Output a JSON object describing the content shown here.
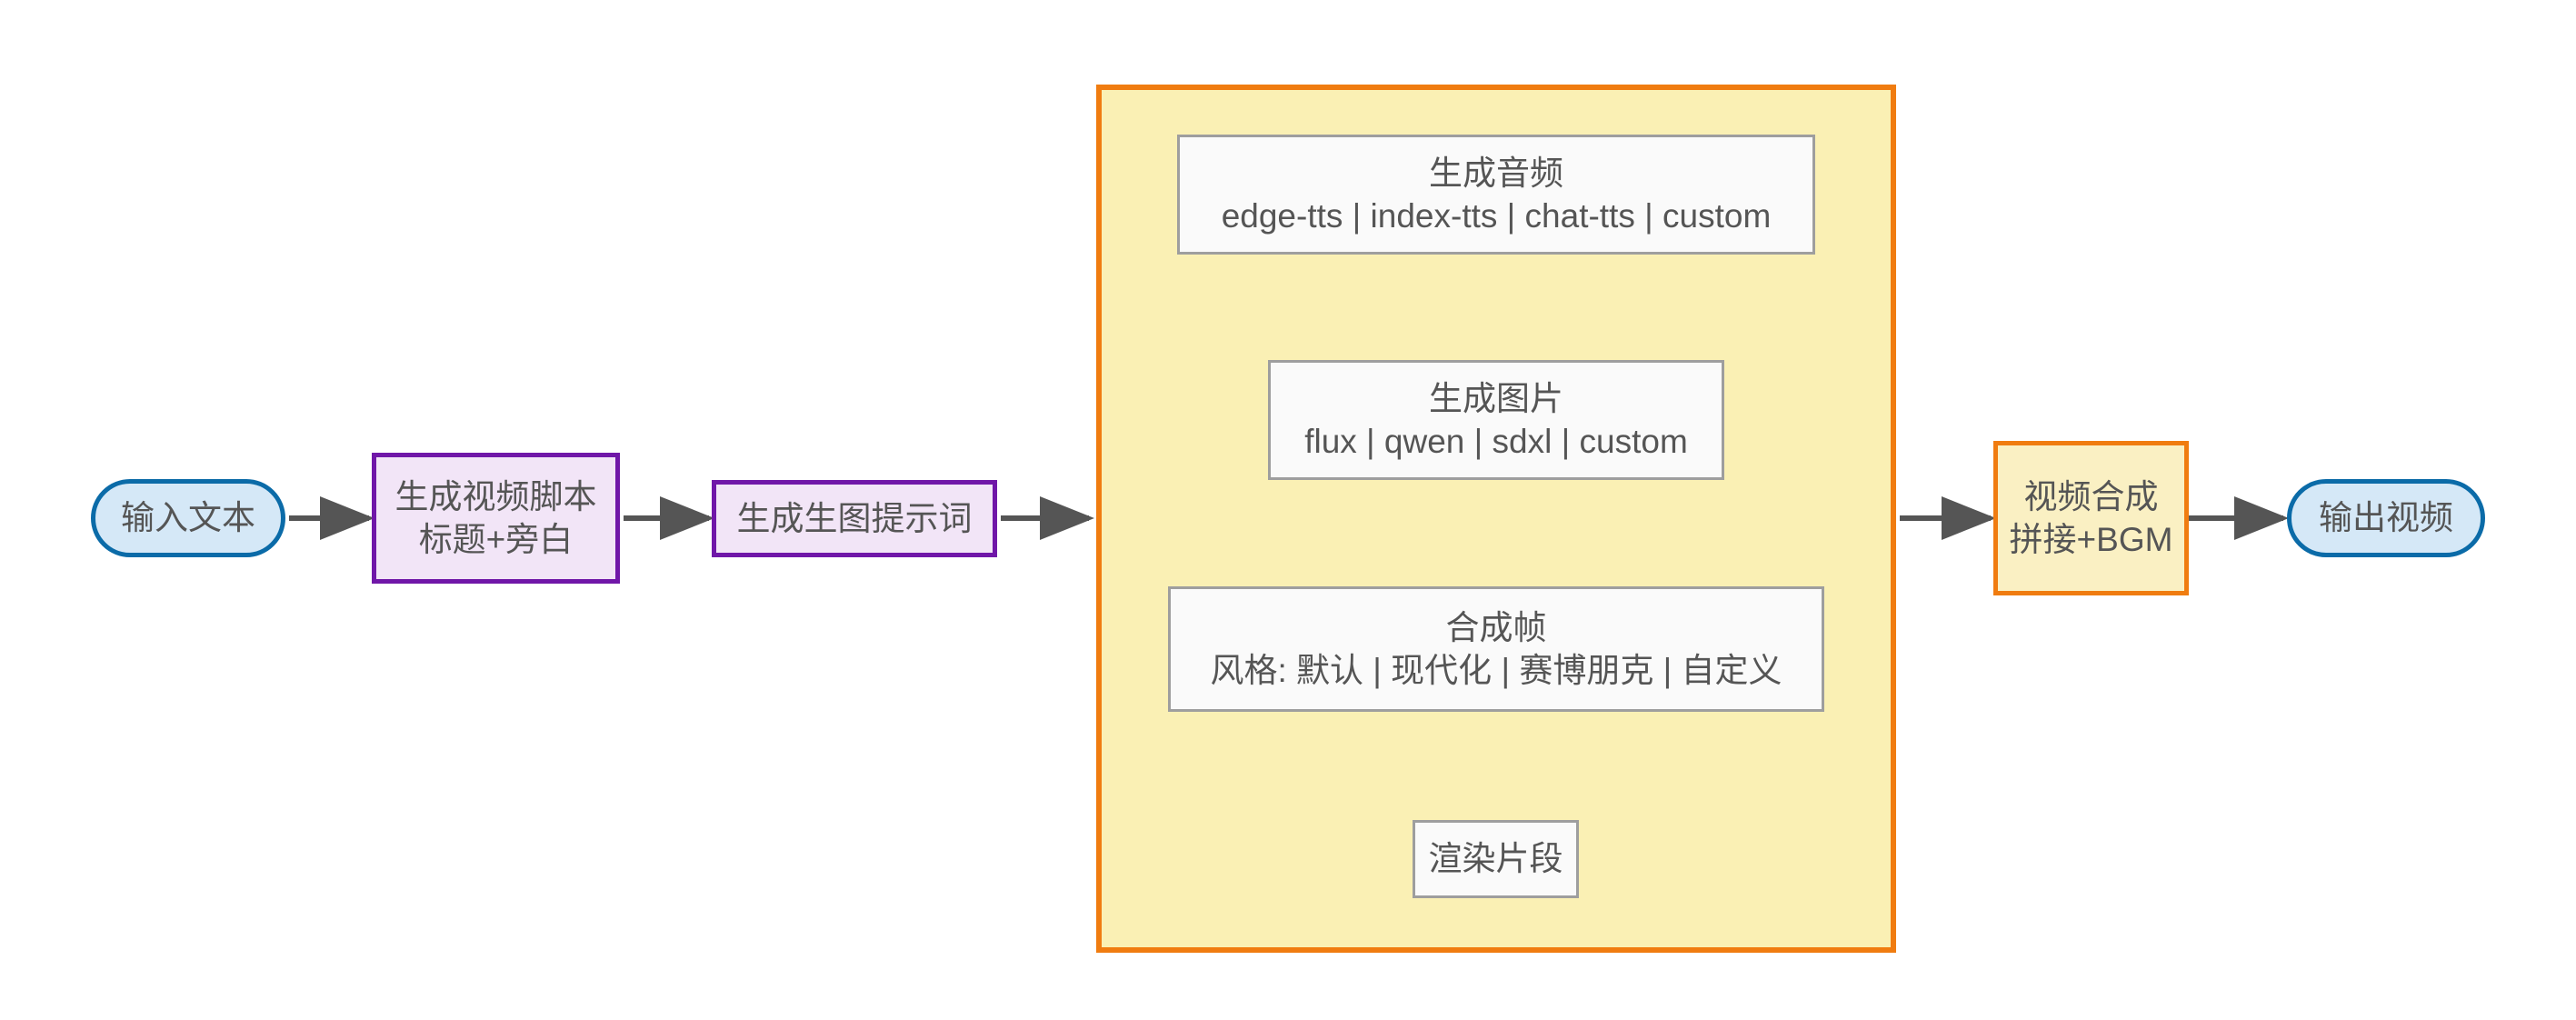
{
  "diagram": {
    "title": "",
    "type": "flowchart",
    "direction": "left-to-right",
    "background": "#ffffff",
    "colors": {
      "terminal_fill": "#d5e8f7",
      "terminal_stroke": "#0b6ba8",
      "process_purple_fill": "#f2e5f7",
      "process_purple_stroke": "#7017a8",
      "process_orange_fill": "#faf0c3",
      "process_orange_stroke": "#f07c10",
      "plain_fill": "#fafafa",
      "plain_stroke": "#9e9e9e",
      "subgraph_fill": "#faf0b4",
      "subgraph_stroke": "#f07c10",
      "edge_stroke": "#555555",
      "text": "#555555"
    }
  },
  "nodes": {
    "input_text": {
      "label": "输入文本",
      "shape": "stadium"
    },
    "gen_script": {
      "line1": "生成视频脚本",
      "line2": "标题+旁白",
      "shape": "rect"
    },
    "gen_prompt": {
      "label": "生成生图提示词",
      "shape": "rect"
    },
    "gen_audio": {
      "line1": "生成音频",
      "line2": "edge-tts | index-tts | chat-tts | custom",
      "shape": "rect"
    },
    "gen_image": {
      "line1": "生成图片",
      "line2": "flux | qwen | sdxl | custom",
      "shape": "rect"
    },
    "compose_frame": {
      "line1": "合成帧",
      "line2": "风格: 默认 | 现代化 | 赛博朋克 | 自定义",
      "shape": "rect"
    },
    "render_clip": {
      "label": "渲染片段",
      "shape": "rect"
    },
    "video_merge": {
      "line1": "视频合成",
      "line2": "拼接+BGM",
      "shape": "rect"
    },
    "output_video": {
      "label": "输出视频",
      "shape": "stadium"
    }
  },
  "subgraph": {
    "label": ""
  },
  "edges": [
    {
      "from": "input_text",
      "to": "gen_script"
    },
    {
      "from": "gen_script",
      "to": "gen_prompt"
    },
    {
      "from": "gen_prompt",
      "to": "subgraph"
    },
    {
      "from": "gen_audio",
      "to": "gen_image"
    },
    {
      "from": "gen_image",
      "to": "compose_frame"
    },
    {
      "from": "compose_frame",
      "to": "render_clip"
    },
    {
      "from": "subgraph",
      "to": "video_merge"
    },
    {
      "from": "video_merge",
      "to": "output_video"
    }
  ]
}
